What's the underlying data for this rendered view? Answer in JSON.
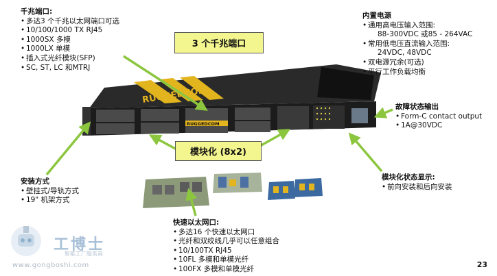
{
  "page_number": "23",
  "callouts": {
    "gigabit": "3 个千兆端口",
    "modular": "模块化 (8x2)"
  },
  "gigabit_block": {
    "heading": "千兆端口:",
    "items": [
      "多达3 个千兆以太网端口可选",
      "10/100/1000 TX RJ45",
      "1000SX 多模",
      "1000LX 单模",
      "插入式光纤模块(SFP)",
      "SC, ST, LC 和MTRJ"
    ]
  },
  "power_block": {
    "heading": "内置电源",
    "items": [
      {
        "text": "通用高电压输入范围:",
        "bullet": true
      },
      {
        "text": "88-300VDC 或85 - 264VAC",
        "bullet": false
      },
      {
        "text": "常用低电压直流输入范围:",
        "bullet": true
      },
      {
        "text": "24VDC, 48VDC",
        "bullet": false
      },
      {
        "text": "双电源冗余(可选)",
        "bullet": true
      },
      {
        "text": "平行工作负载均衡",
        "bullet": true
      }
    ]
  },
  "fault_block": {
    "heading": "故障状态输出",
    "items": [
      "Form-C contact output",
      "1A@30VDC"
    ]
  },
  "mount_block": {
    "heading": "安装方式",
    "items": [
      "壁挂式/导轨方式",
      "19\" 机架方式"
    ]
  },
  "status_block": {
    "heading": "模块化状态显示:",
    "items": [
      "前向安装和后向安装"
    ]
  },
  "fast_block": {
    "heading": "快速以太网口:",
    "items": [
      "多达16 个快速以太网口",
      "光纤和双绞线几乎可以任意组合",
      "10/100TX RJ45",
      "10FL 多模和单模光纤",
      "100FX 多模和单模光纤"
    ]
  },
  "device": {
    "brand": "RUGGEDCOM",
    "module_brand": "RUGGEDCOM"
  },
  "watermark": {
    "cn": "工博士",
    "sub": "智能工厂服务商",
    "url": "www.gongboshi.com"
  },
  "colors": {
    "arrow": "#8cc63f",
    "callout_bg": "#f3f58f",
    "chassis": "#1c1c1c",
    "stripe": "#e2b41e"
  }
}
